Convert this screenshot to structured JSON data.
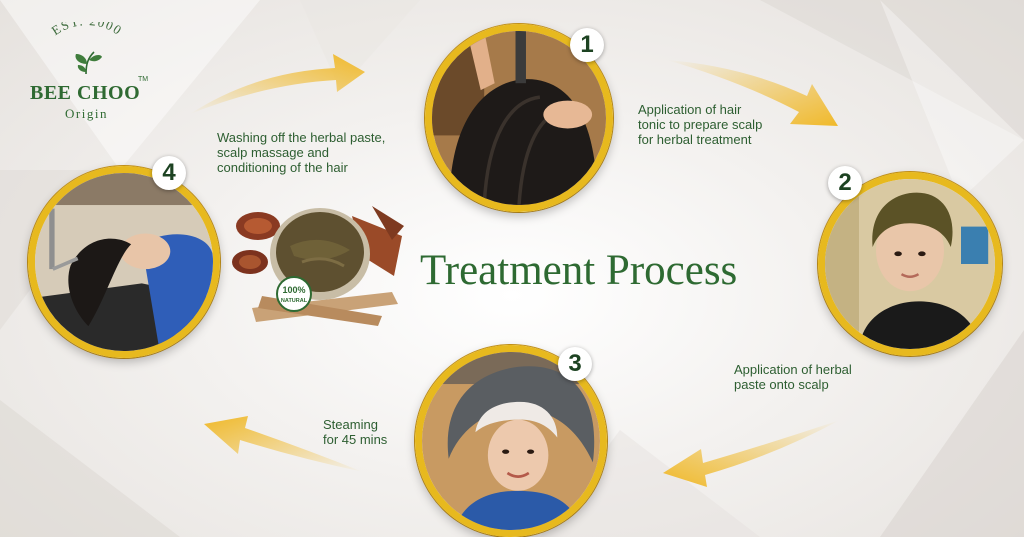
{
  "logo": {
    "established": "EST. 2000",
    "brand": "BEE CHOO",
    "trademark": "TM",
    "subtitle": "Origin"
  },
  "title": "Treatment Process",
  "steps": [
    {
      "number": "1",
      "caption_lines": [
        "Application of hair",
        "tonic to prepare scalp",
        "for herbal treatment"
      ]
    },
    {
      "number": "2",
      "caption_lines": [
        "Application of herbal",
        "paste onto scalp"
      ]
    },
    {
      "number": "3",
      "caption_lines": [
        "Steaming",
        "for 45 mins"
      ]
    },
    {
      "number": "4",
      "caption_lines": [
        "Washing off the herbal paste,",
        "scalp massage and",
        "conditioning of the hair"
      ]
    }
  ],
  "product": {
    "badge_text_top": "100%",
    "badge_text_bottom": "NATURAL"
  },
  "colors": {
    "title_green": "#2e6a32",
    "caption_green": "#2d5e31",
    "gold_ring": "#e7b91e",
    "arrow_gold": "#f0b92a"
  },
  "icons": [
    "leaf-icon",
    "arrow-icon"
  ]
}
